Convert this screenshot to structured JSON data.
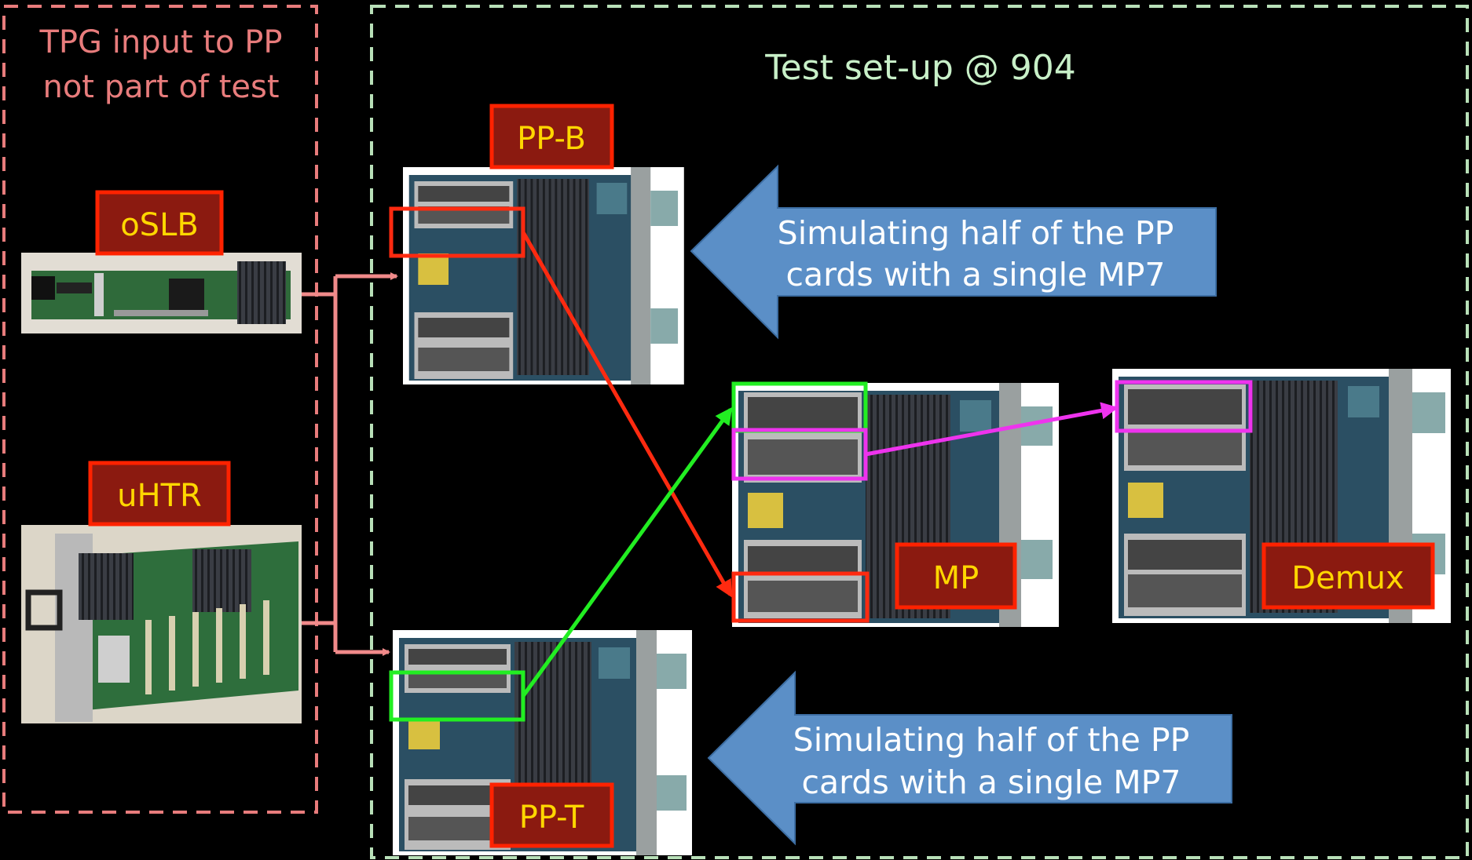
{
  "tpg_box": {
    "title_line1": "TPG input to PP",
    "title_line2": "not part of test"
  },
  "test_box": {
    "title": "Test set-up @ 904"
  },
  "boards": {
    "oslb": "oSLB",
    "uhtr": "uHTR",
    "pp_b": "PP-B",
    "pp_t": "PP-T",
    "mp": "MP",
    "demux": "Demux"
  },
  "callouts": {
    "top": {
      "line1": "Simulating half of the PP",
      "line2": "cards with a single MP7"
    },
    "bottom": {
      "line1": "Simulating half of the PP",
      "line2": "cards with a single MP7"
    }
  },
  "colors": {
    "tpg_border": "#e87c7c",
    "test_border": "#b8e0b8",
    "label_fill": "#8b1a10",
    "label_border": "#ff2200",
    "label_text": "#ffd700",
    "arrow_blue": "#5b8fc7",
    "link_red": "#ff2a10",
    "link_green": "#22ee22",
    "link_magenta": "#ee33ee",
    "feed_pink": "#f08a8a"
  }
}
